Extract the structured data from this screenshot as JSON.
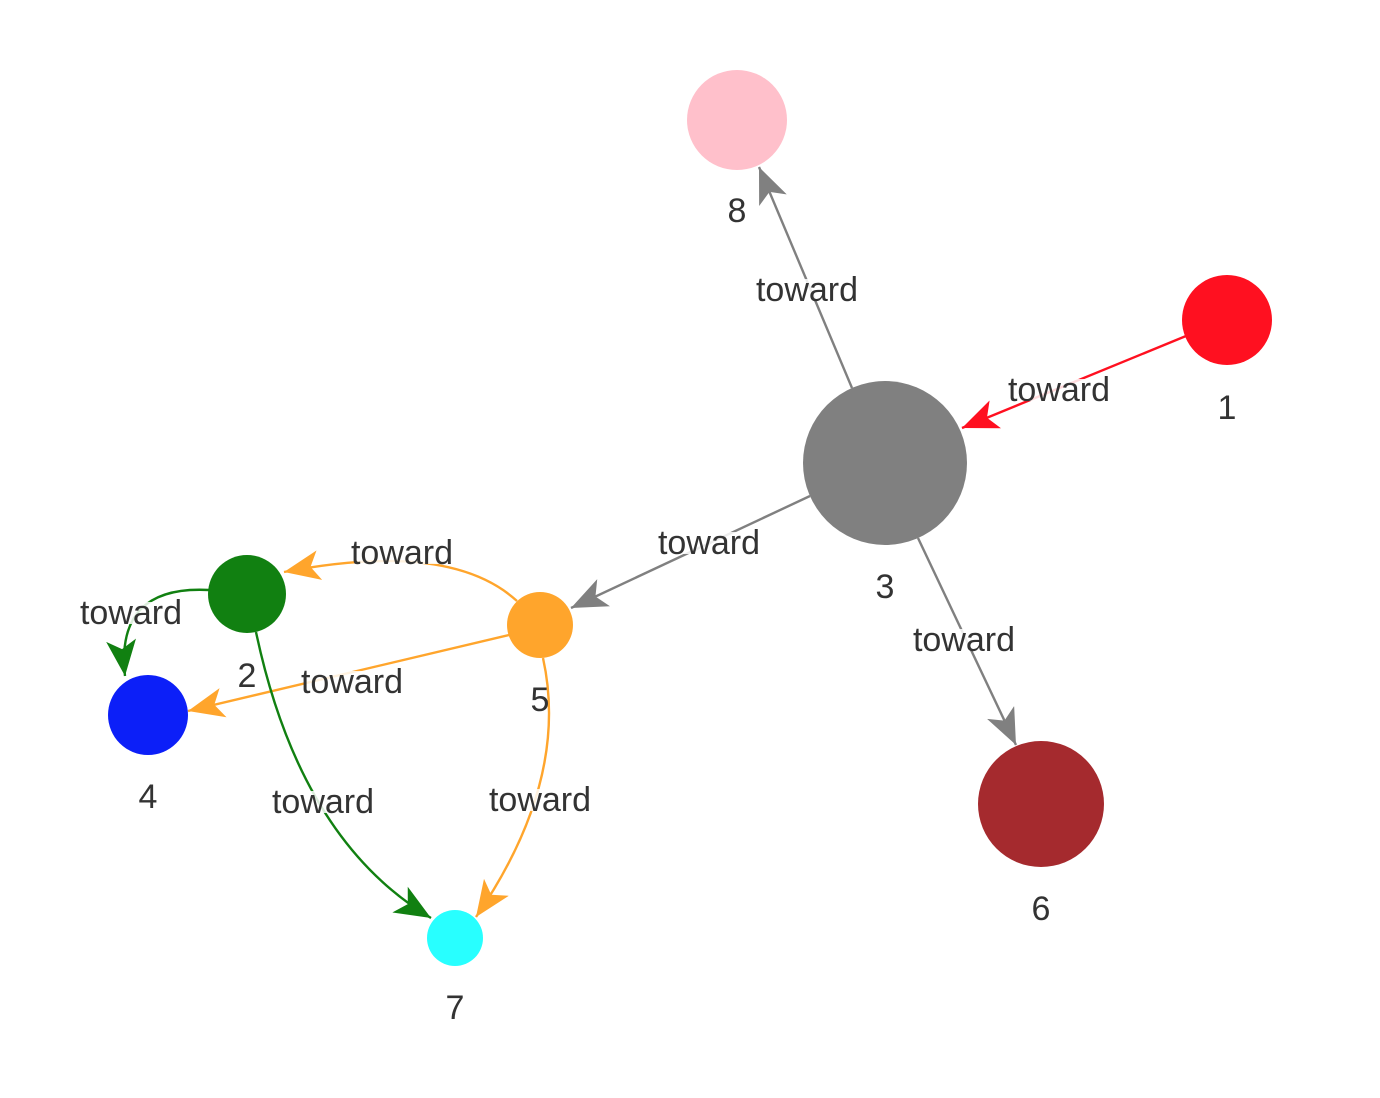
{
  "graph": {
    "nodes": [
      {
        "id": "1",
        "label": "1",
        "color": "#ff1020"
      },
      {
        "id": "2",
        "label": "2",
        "color": "#118011"
      },
      {
        "id": "3",
        "label": "3",
        "color": "#808080"
      },
      {
        "id": "4",
        "label": "4",
        "color": "#0c1ff8"
      },
      {
        "id": "5",
        "label": "5",
        "color": "#ffa52c"
      },
      {
        "id": "6",
        "label": "6",
        "color": "#a52a2e"
      },
      {
        "id": "7",
        "label": "7",
        "color": "#28ffff"
      },
      {
        "id": "8",
        "label": "8",
        "color": "#ffc0cb"
      }
    ],
    "edges": [
      {
        "id": "e1-3",
        "source": "1",
        "target": "3",
        "label": "toward",
        "color": "#ff1020"
      },
      {
        "id": "e3-8",
        "source": "3",
        "target": "8",
        "label": "toward",
        "color": "#808080"
      },
      {
        "id": "e3-5",
        "source": "3",
        "target": "5",
        "label": "toward",
        "color": "#808080"
      },
      {
        "id": "e3-6",
        "source": "3",
        "target": "6",
        "label": "toward",
        "color": "#808080"
      },
      {
        "id": "e5-2",
        "source": "5",
        "target": "2",
        "label": "toward",
        "color": "#ffa52c"
      },
      {
        "id": "e5-4",
        "source": "5",
        "target": "4",
        "label": "toward",
        "color": "#ffa52c"
      },
      {
        "id": "e5-7",
        "source": "5",
        "target": "7",
        "label": "toward",
        "color": "#ffa52c"
      },
      {
        "id": "e2-4",
        "source": "2",
        "target": "4",
        "label": "toward",
        "color": "#118011"
      },
      {
        "id": "e2-7",
        "source": "2",
        "target": "7",
        "label": "toward",
        "color": "#118011"
      }
    ]
  }
}
